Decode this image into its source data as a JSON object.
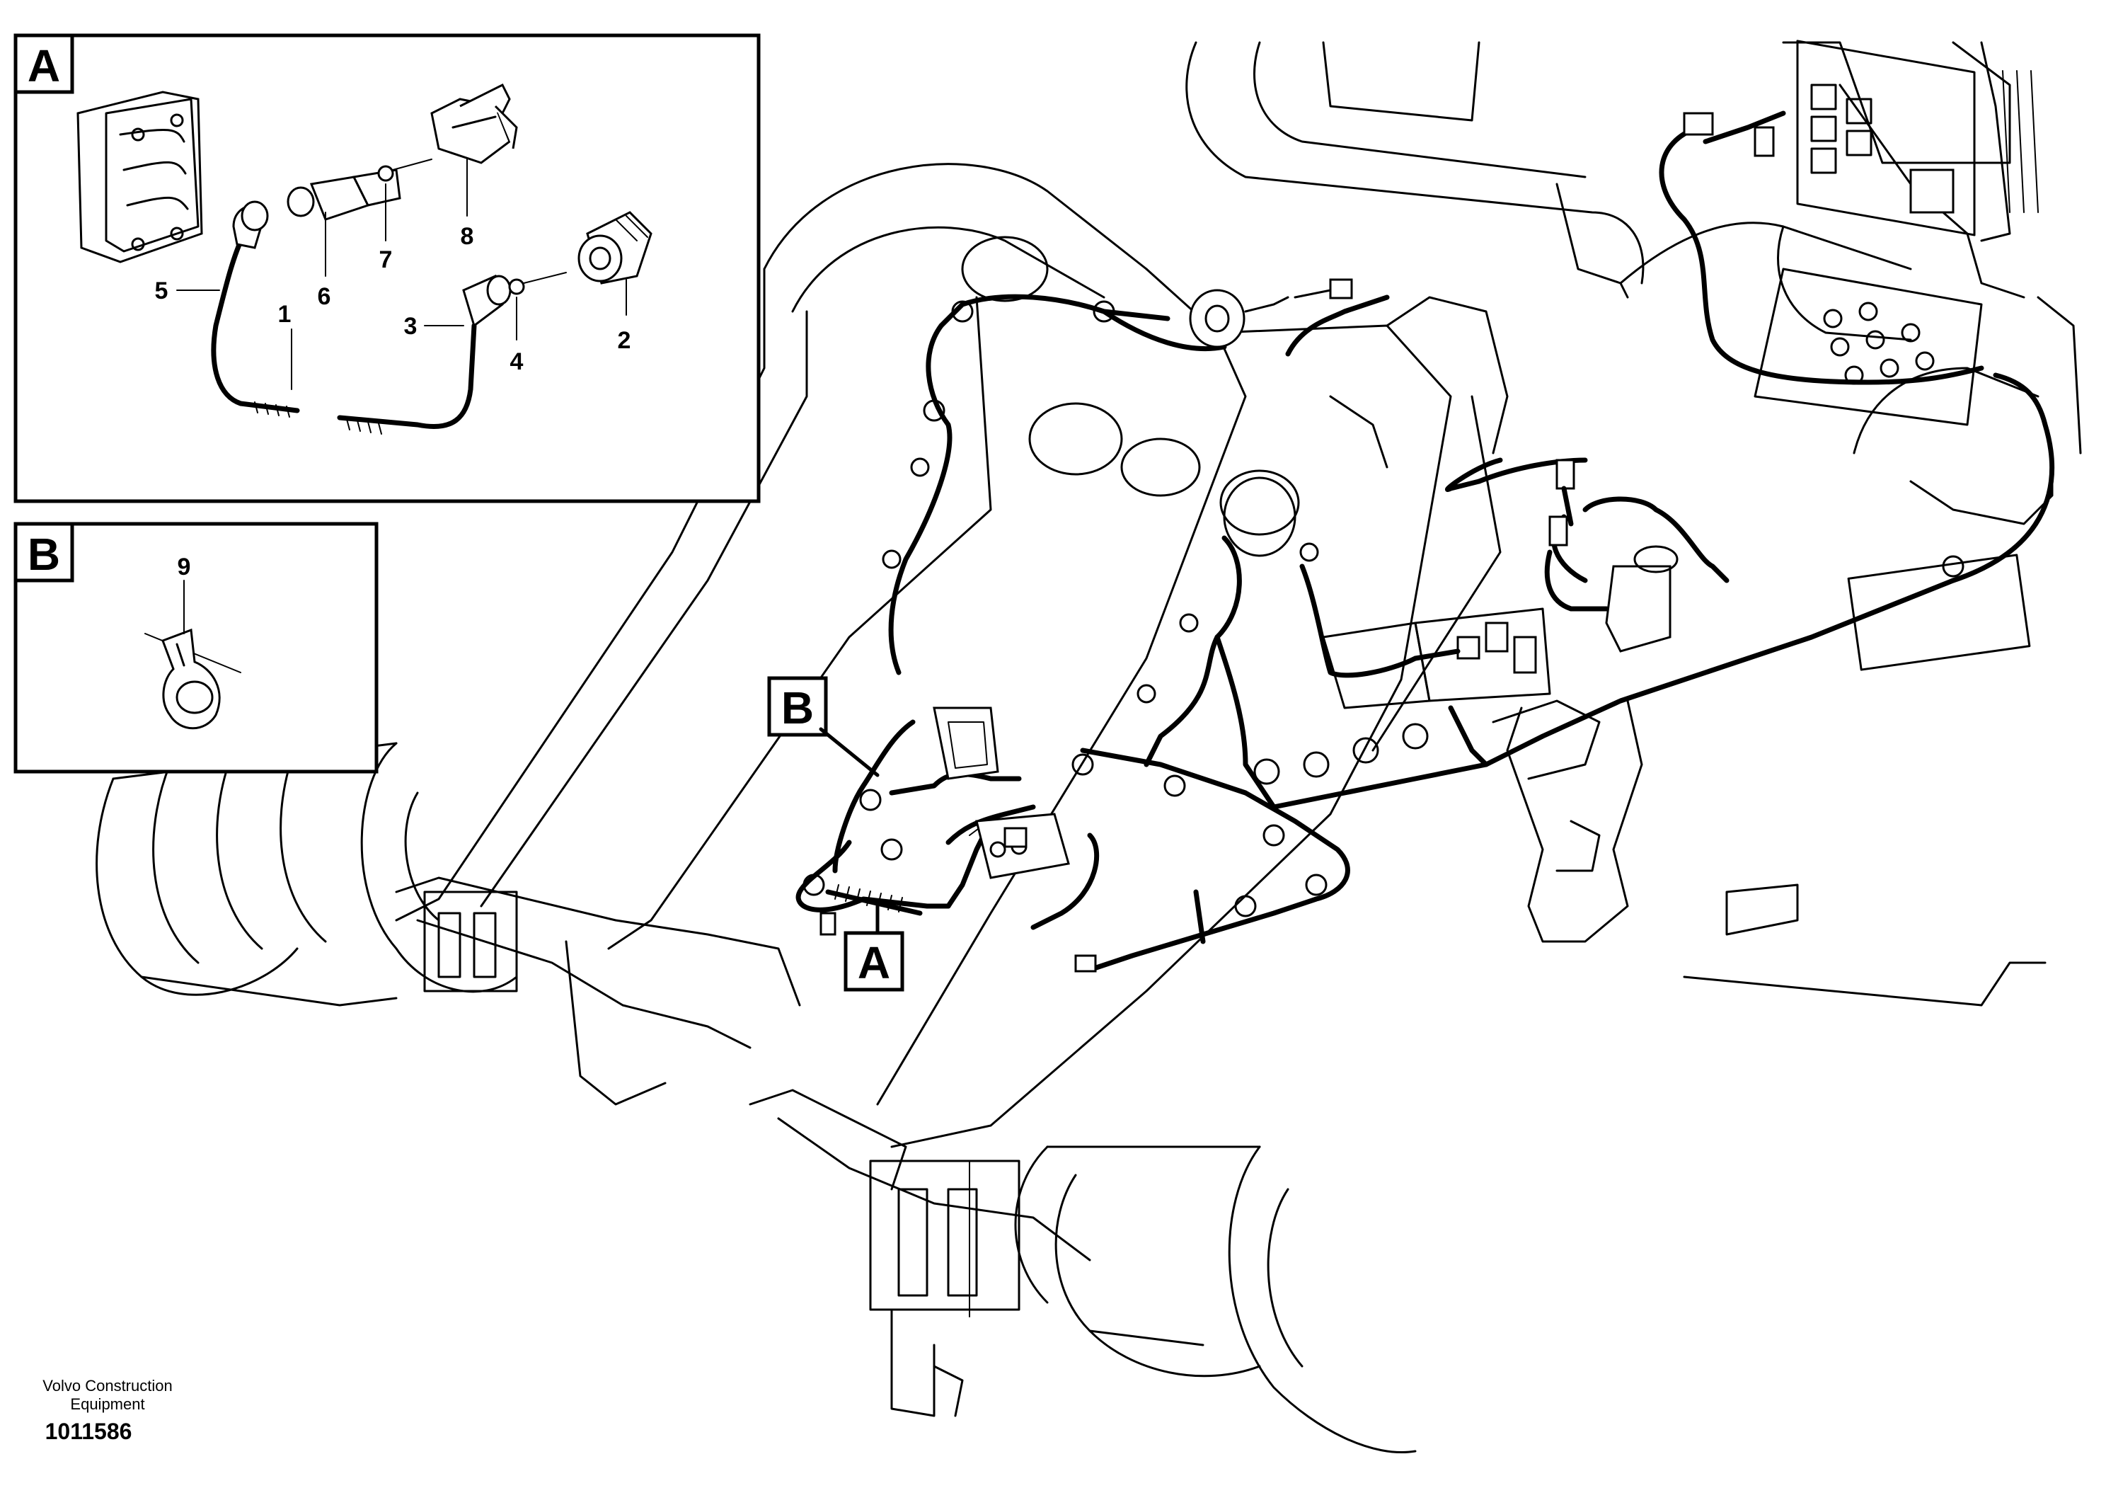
{
  "detail_a": {
    "tag": "A",
    "items": {
      "n1": "1",
      "n2": "2",
      "n3": "3",
      "n4": "4",
      "n5": "5",
      "n6": "6",
      "n7": "7",
      "n8": "8"
    }
  },
  "detail_b": {
    "tag": "B",
    "items": {
      "n9": "9"
    }
  },
  "callouts": {
    "a": "A",
    "b": "B"
  },
  "footer": {
    "company_line1": "Volvo Construction",
    "company_line2": "Equipment",
    "drawing_number": "1011586"
  }
}
